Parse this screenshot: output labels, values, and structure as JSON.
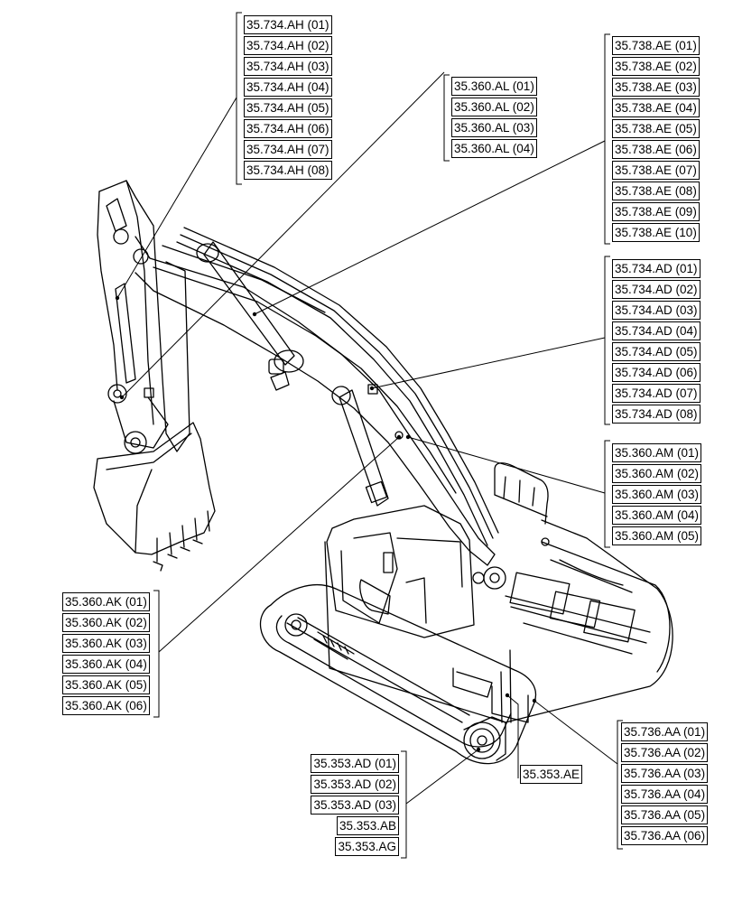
{
  "groups": [
    {
      "id": "ah",
      "labels": [
        "35.734.AH (01)",
        "35.734.AH (02)",
        "35.734.AH (03)",
        "35.734.AH (04)",
        "35.734.AH (05)",
        "35.734.AH (06)",
        "35.734.AH (07)",
        "35.734.AH (08)"
      ]
    },
    {
      "id": "al",
      "labels": [
        "35.360.AL (01)",
        "35.360.AL (02)",
        "35.360.AL (03)",
        "35.360.AL (04)"
      ]
    },
    {
      "id": "ae",
      "labels": [
        "35.738.AE (01)",
        "35.738.AE (02)",
        "35.738.AE (03)",
        "35.738.AE (04)",
        "35.738.AE (05)",
        "35.738.AE (06)",
        "35.738.AE (07)",
        "35.738.AE (08)",
        "35.738.AE (09)",
        "35.738.AE (10)"
      ]
    },
    {
      "id": "ad",
      "labels": [
        "35.734.AD (01)",
        "35.734.AD (02)",
        "35.734.AD (03)",
        "35.734.AD (04)",
        "35.734.AD (05)",
        "35.734.AD (06)",
        "35.734.AD (07)",
        "35.734.AD (08)"
      ]
    },
    {
      "id": "am",
      "labels": [
        "35.360.AM (01)",
        "35.360.AM (02)",
        "35.360.AM (03)",
        "35.360.AM (04)",
        "35.360.AM (05)"
      ]
    },
    {
      "id": "ak",
      "labels": [
        "35.360.AK (01)",
        "35.360.AK (02)",
        "35.360.AK (03)",
        "35.360.AK (04)",
        "35.360.AK (05)",
        "35.360.AK (06)"
      ]
    },
    {
      "id": "aa",
      "labels": [
        "35.736.AA (01)",
        "35.736.AA (02)",
        "35.736.AA (03)",
        "35.736.AA (04)",
        "35.736.AA (05)",
        "35.736.AA (06)"
      ]
    },
    {
      "id": "sad",
      "labels": [
        "35.353.AD (01)",
        "35.353.AD (02)",
        "35.353.AD (03)",
        "35.353.AB",
        "35.353.AG"
      ]
    },
    {
      "id": "sae",
      "labels": [
        "35.353.AE"
      ]
    }
  ]
}
